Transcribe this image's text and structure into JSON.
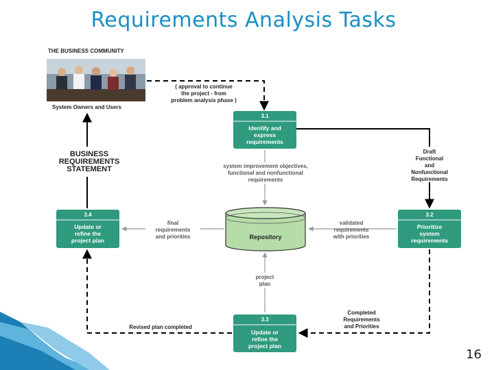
{
  "title": "Requirements Analysis Tasks",
  "page_number": "16",
  "community": {
    "heading": "THE BUSINESS COMMUNITY",
    "caption": "System Owners and Users"
  },
  "approval_note": [
    "( approval to continue",
    "the project - from",
    "problem analysis phase )"
  ],
  "brs_label": [
    "BUSINESS",
    "REQUIREMENTS",
    "STATEMENT"
  ],
  "processes": [
    {
      "id": "3.1",
      "lines": [
        "Identify and",
        "express",
        "requirements"
      ]
    },
    {
      "id": "3.2",
      "lines": [
        "Prioritize",
        "system",
        "requirements"
      ]
    },
    {
      "id": "3.3",
      "lines": [
        "Update or",
        "refine the",
        "project plan"
      ]
    },
    {
      "id": "3.4",
      "lines": [
        "Update or",
        "refine the",
        "project plan"
      ]
    }
  ],
  "repository": "Repository",
  "flows": {
    "objectives": [
      "system improvement objectives,",
      "functional and nonfunctional",
      "requirements"
    ],
    "draft": [
      "Draft",
      "Functional",
      "and",
      "Nonfunctional",
      "Requirements"
    ],
    "validated": [
      "validated",
      "requirements",
      "with priorities"
    ],
    "final": [
      "final",
      "requirements",
      "and priorities"
    ],
    "project_plan": [
      "project",
      "plan"
    ],
    "completed": [
      "Completed",
      "Requirements",
      "and Priorities"
    ],
    "revised": "Revised plan completed"
  },
  "colors": {
    "title": "#1a8fc4",
    "process_fill": "#2f9a7e",
    "repository_fill": "#b6dca8",
    "bottom_wedge": "#1c7fb5"
  }
}
